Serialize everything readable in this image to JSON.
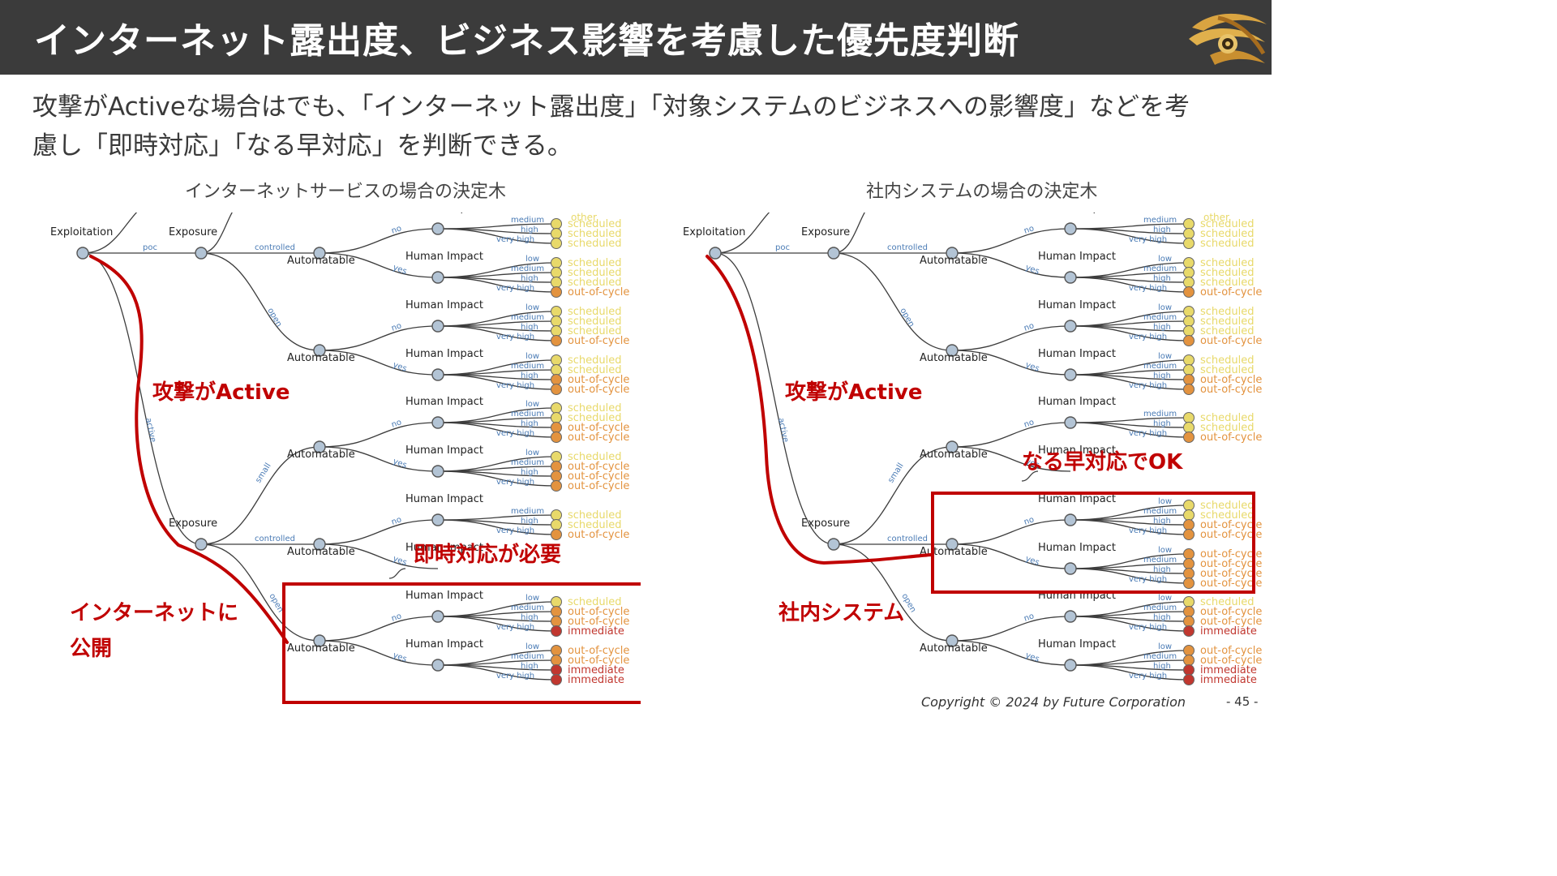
{
  "header": {
    "title": "インターネット露出度、ビジネス影響を考慮した優先度判断"
  },
  "intro": {
    "line1": "攻撃がActiveな場合はでも、「インターネット露出度」「対象システムのビジネスへの影響度」などを考",
    "line2": "慮し「即時対応」「なる早対応」を判断できる。"
  },
  "captions": {
    "left": "インターネットサービスの場合の決定木",
    "right": "社内システムの場合の決定木"
  },
  "node_labels": {
    "exploitation": "Exploitation",
    "exposure": "Exposure",
    "automatable": "Automatable",
    "human_impact": "Human Impact"
  },
  "edge_labels": {
    "poc": "poc",
    "active": "active",
    "controlled": "controlled",
    "open": "open",
    "small": "small",
    "no": "no",
    "yes": "yes"
  },
  "impact_levels": [
    "low",
    "medium",
    "high",
    "very high"
  ],
  "partial_labels": {
    "other": "other",
    "top_levels": [
      "medium",
      "high",
      "very high"
    ]
  },
  "outcome_colors": {
    "scheduled": "#e8d96a",
    "out-of-cycle": "#e3933f",
    "immediate": "#c1372f"
  },
  "trees": {
    "left": {
      "groups": [
        [
          "scheduled",
          "scheduled",
          "scheduled"
        ],
        [
          "scheduled",
          "scheduled",
          "scheduled",
          "out-of-cycle"
        ],
        [
          "scheduled",
          "scheduled",
          "scheduled",
          "out-of-cycle"
        ],
        [
          "scheduled",
          "scheduled",
          "out-of-cycle",
          "out-of-cycle"
        ],
        [
          "scheduled",
          "scheduled",
          "out-of-cycle",
          "out-of-cycle"
        ],
        [
          "scheduled",
          "out-of-cycle",
          "out-of-cycle",
          "out-of-cycle"
        ],
        [
          "scheduled",
          "scheduled",
          "out-of-cycle"
        ],
        [],
        [
          "scheduled",
          "out-of-cycle",
          "out-of-cycle",
          "immediate"
        ],
        [
          "out-of-cycle",
          "out-of-cycle",
          "immediate",
          "immediate"
        ]
      ]
    },
    "right": {
      "groups": [
        [
          "scheduled",
          "scheduled",
          "scheduled"
        ],
        [
          "scheduled",
          "scheduled",
          "scheduled",
          "out-of-cycle"
        ],
        [
          "scheduled",
          "scheduled",
          "scheduled",
          "out-of-cycle"
        ],
        [
          "scheduled",
          "scheduled",
          "out-of-cycle",
          "out-of-cycle"
        ],
        [
          "scheduled",
          "scheduled",
          "out-of-cycle"
        ],
        [],
        [
          "scheduled",
          "scheduled",
          "out-of-cycle",
          "out-of-cycle"
        ],
        [
          "out-of-cycle",
          "out-of-cycle",
          "out-of-cycle",
          "out-of-cycle"
        ],
        [
          "scheduled",
          "out-of-cycle",
          "out-of-cycle",
          "immediate"
        ],
        [
          "out-of-cycle",
          "out-of-cycle",
          "immediate",
          "immediate"
        ]
      ]
    }
  },
  "annotations": {
    "left": {
      "attack_active": "攻撃がActive",
      "immediate_needed": "即時対応が必要",
      "internet_public_line1": "インターネットに",
      "internet_public_line2": "公開"
    },
    "right": {
      "attack_active": "攻撃がActive",
      "asap_ok": "なる早対応でOK",
      "internal_system": "社内システム"
    }
  },
  "annotation_color": "#c00000",
  "footer": {
    "copyright": "Copyright © 2024 by Future  Corporation",
    "page": "- 45 -"
  }
}
